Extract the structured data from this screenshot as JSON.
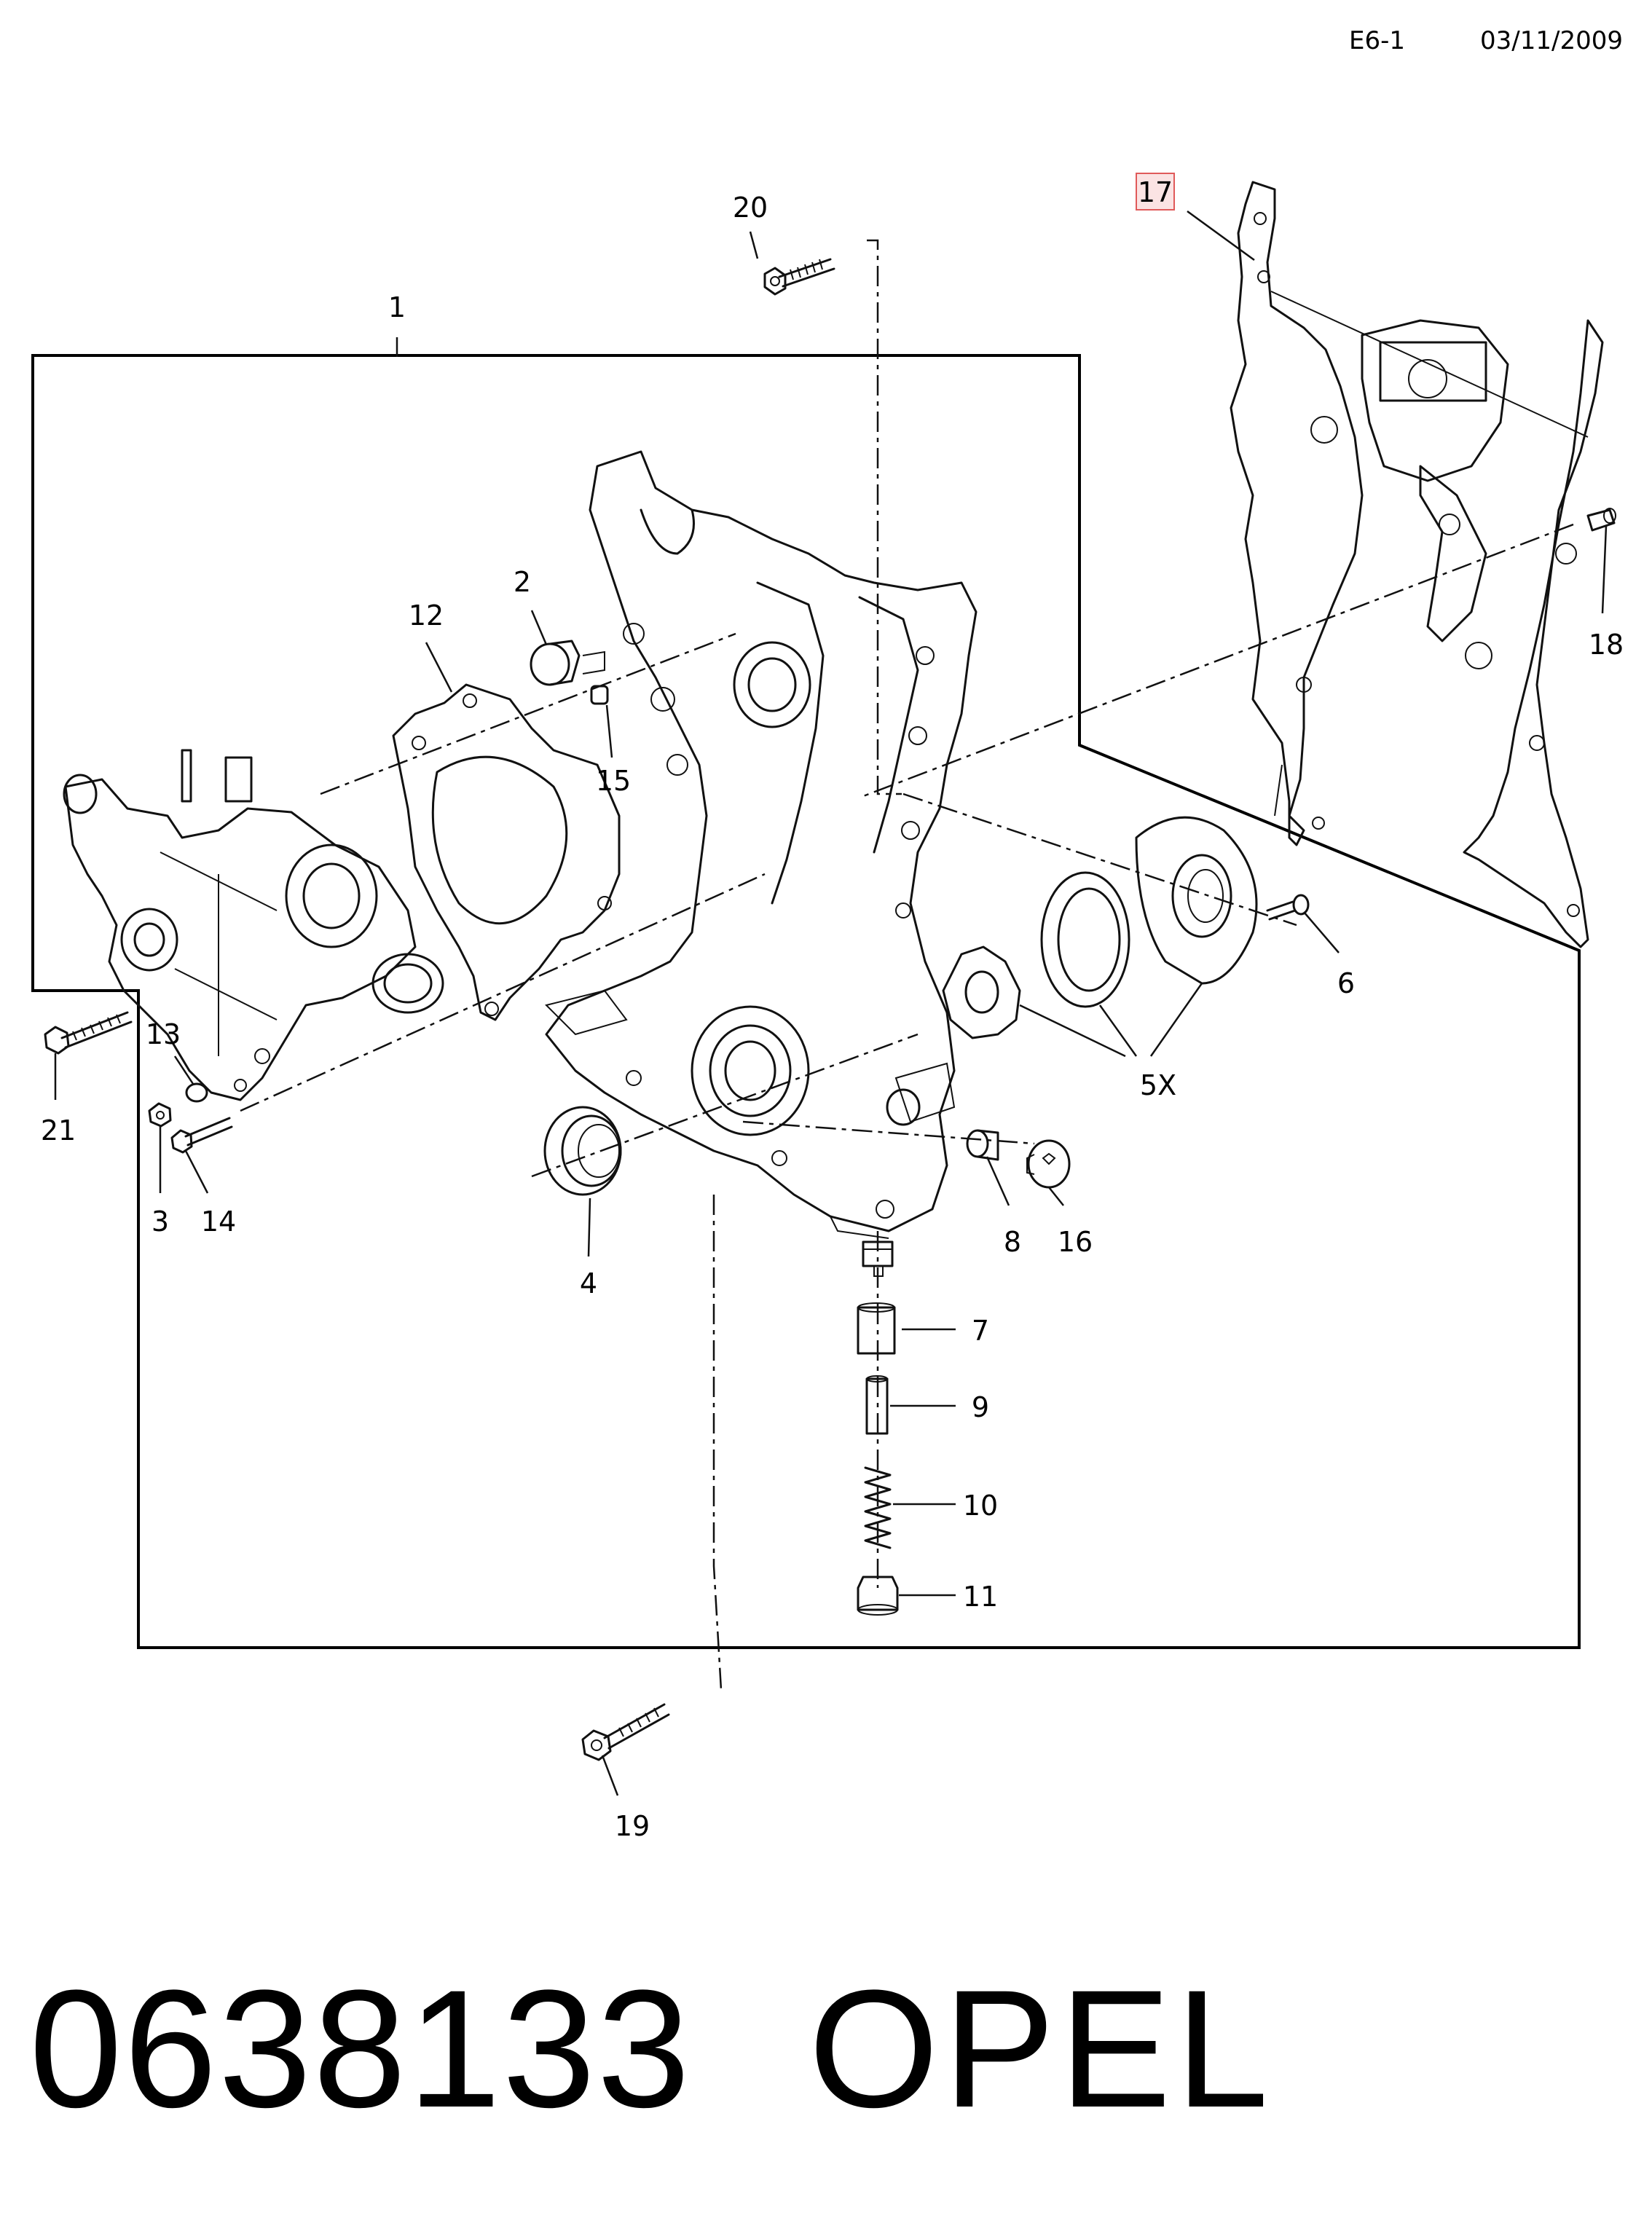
{
  "header": {
    "sheet_id": "E6-1",
    "date": "03/11/2009"
  },
  "callouts": {
    "c1": "1",
    "c2": "2",
    "c3": "3",
    "c4": "4",
    "c5x": "5X",
    "c6": "6",
    "c7": "7",
    "c8": "8",
    "c9": "9",
    "c10": "10",
    "c11": "11",
    "c12": "12",
    "c13": "13",
    "c14": "14",
    "c15": "15",
    "c16": "16",
    "c17": "17",
    "c18": "18",
    "c19": "19",
    "c20": "20",
    "c21": "21"
  },
  "highlight": {
    "callout": "17",
    "color": "#e05a5a",
    "fill": "#fbe3e3"
  },
  "footer": {
    "part_number": "0638133",
    "brand": "OPEL"
  }
}
